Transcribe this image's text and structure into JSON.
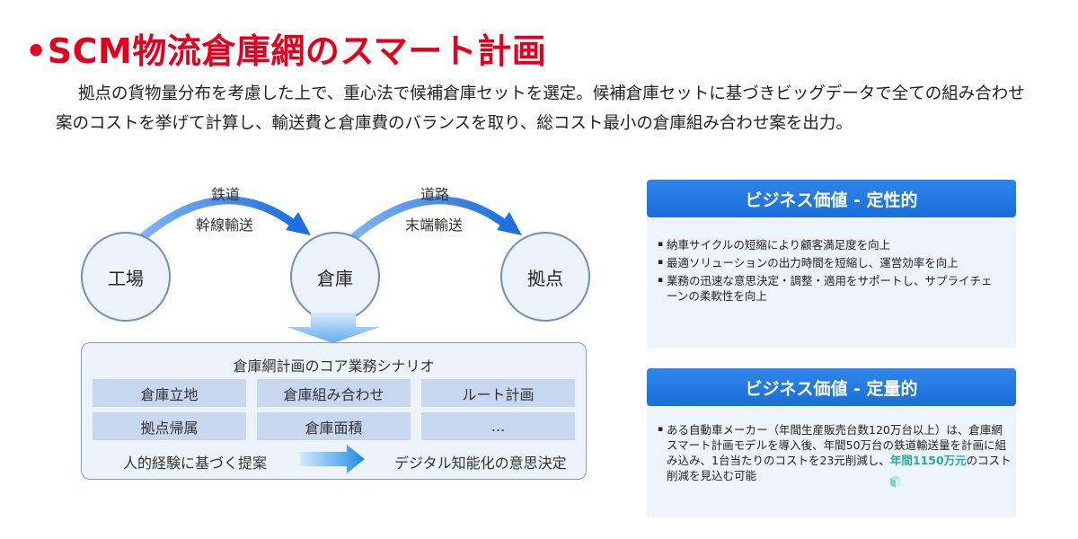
{
  "title": "•SCM物流倉庫網のスマート計画",
  "description": "拠点の貨物量分布を考慮した上で、重心法で候補倉庫セットを選定。候補倉庫セットに基づきビッグデータで全ての組み合わせ案のコストを挙げて計算し、輸送費と倉庫費のバランスを取り、総コスト最小の倉庫組み合わせ案を出力。",
  "diagram": {
    "nodes": [
      "工場",
      "倉庫",
      "拠点"
    ],
    "edges": [
      {
        "mode": "鉄道",
        "desc": "幹線輸送"
      },
      {
        "mode": "道路",
        "desc": "末端輸送"
      }
    ],
    "scenario": {
      "title": "倉庫網計画のコア業務シナリオ",
      "cells": [
        "倉庫立地",
        "倉庫組み合わせ",
        "ルート計画",
        "拠点帰属",
        "倉庫面積",
        "..."
      ],
      "flow_from": "人的経験に基づく提案",
      "flow_to": "デジタル知能化の意思決定"
    },
    "colors": {
      "node_border": "#6e8fc4",
      "arrow": "#1e6fe0",
      "cell": "#c6d7ef"
    }
  },
  "qualitative": {
    "heading": "ビジネス価値 - 定性的",
    "items": [
      "納車サイクルの短縮により顧客満足度を向上",
      "最適ソリューションの出力時間を短縮し、運営効率を向上",
      "業務の迅速な意思決定・調整・適用をサポートし、サプライチェーンの柔軟性を向上"
    ]
  },
  "quantitative": {
    "heading": "ビジネス価値 - 定量的",
    "text_pre": "ある自動車メーカー（年間生産販売台数120万台以上）は、倉庫網スマート計画モデルを導入後、年間50万台の鉄道輸送量を計画に組み込み、1台当たりのコストを23元削減し、",
    "highlight": "年間1150万元",
    "text_post": "のコスト削減を見込む可能",
    "highlight_color": "#2aa9a0"
  },
  "colors": {
    "title": "#e3001f",
    "panel_head": "#1a6fd8",
    "panel_bg": "#eef4fb"
  }
}
